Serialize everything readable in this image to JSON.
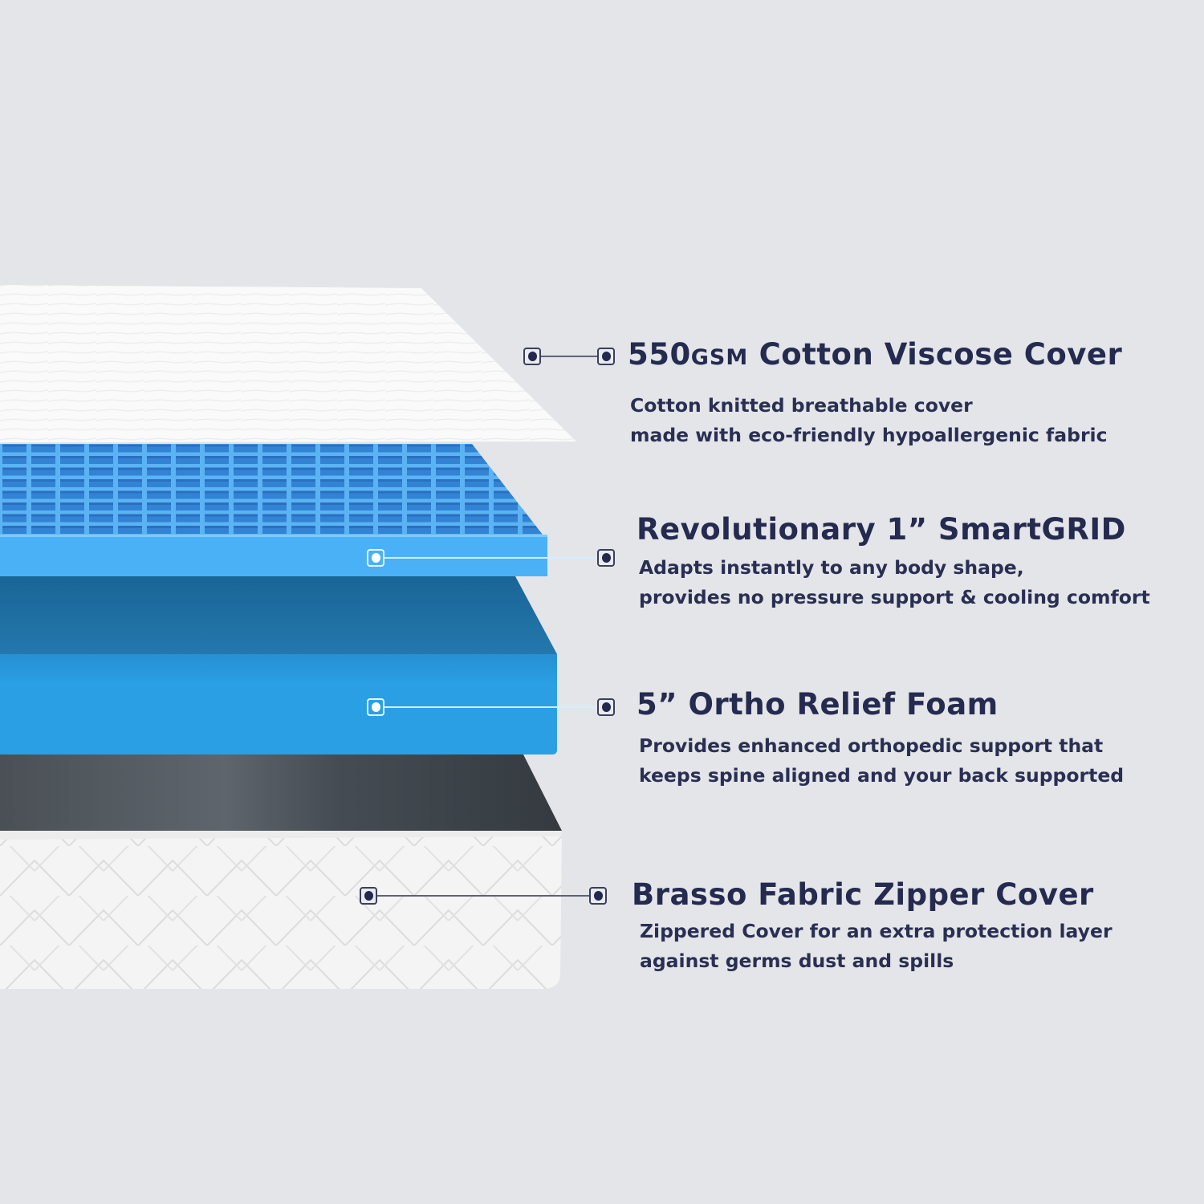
{
  "colors": {
    "background": "#e3e5e9",
    "text_primary": "#252a4f",
    "cover_white": "#f7f7f7",
    "smartgrid_blue": "#3d9be6",
    "smartgrid_edge": "#4cb2f5",
    "foam_top": "#1f73a8",
    "foam_front": "#2a9fe3",
    "base_dark": "#4b5259",
    "zipper_cover": "#f3f3f3"
  },
  "features": [
    {
      "title_main": "550",
      "title_unit": "GSM",
      "title_rest": " Cotton Viscose Cover",
      "lines": [
        "Cotton knitted breathable cover",
        "made with eco-friendly hypoallergenic fabric"
      ]
    },
    {
      "title": "Revolutionary 1” SmartGRID",
      "lines": [
        "Adapts instantly to any body shape,",
        "provides no pressure support & cooling comfort"
      ]
    },
    {
      "title": "5” Ortho Relief Foam",
      "lines": [
        "Provides enhanced orthopedic support that",
        "keeps spine aligned and your back supported"
      ]
    },
    {
      "title": "Brasso Fabric Zipper Cover",
      "lines": [
        "Zippered Cover for an extra protection layer",
        "against germs dust and spills"
      ]
    }
  ],
  "markers": [
    {
      "icon": "marker-dot-icon"
    },
    {
      "icon": "marker-dot-icon"
    },
    {
      "icon": "marker-dot-icon"
    },
    {
      "icon": "marker-dot-icon"
    }
  ]
}
